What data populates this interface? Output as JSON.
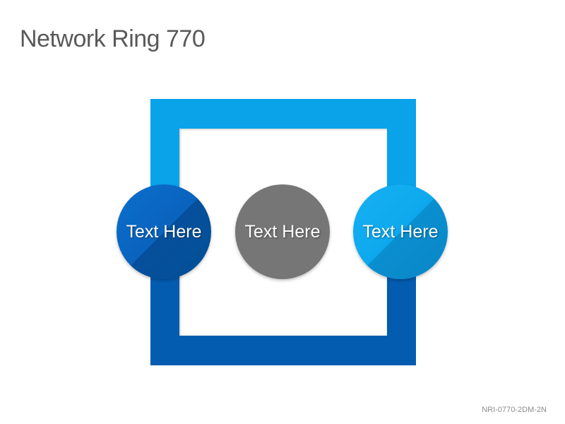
{
  "title": "Network Ring 770",
  "colors": {
    "ring_upper": "#0aa3ea",
    "ring_lower": "#045cb1",
    "node_left": "#0a63bd",
    "node_center": "#767676",
    "node_right": "#0ea8ee",
    "title_text": "#595959"
  },
  "nodes": [
    {
      "label": "Text Here"
    },
    {
      "label": "Text Here"
    },
    {
      "label": "Text Here"
    }
  ],
  "footer": {
    "code": "NRI-0770-2DM-2N"
  }
}
